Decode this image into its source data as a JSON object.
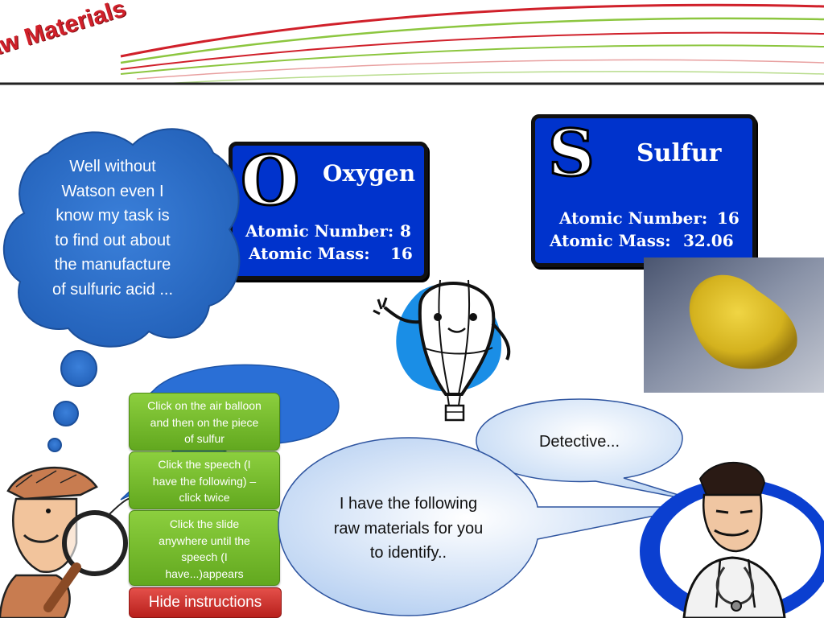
{
  "header": {
    "title": "aw Materials"
  },
  "oxygen_card": {
    "symbol": "O",
    "name": "Oxygen",
    "atomic_number_label": "Atomic Number:",
    "atomic_number_value": "8",
    "atomic_mass_label": "Atomic Mass:",
    "atomic_mass_value": "16"
  },
  "sulfur_card": {
    "symbol": "S",
    "name": "Sulfur",
    "atomic_number_label": "Atomic Number:",
    "atomic_number_value": "16",
    "atomic_mass_label": "Atomic Mass:",
    "atomic_mass_value": "32.06"
  },
  "thought_cloud": {
    "lines": [
      "Well without",
      "Watson even I",
      "know my task is",
      "to find out about",
      "the manufacture",
      "of sulfuric acid ..."
    ]
  },
  "instructions": {
    "step1": [
      "Click on the air balloon",
      "and then on the piece",
      "of sulfur"
    ],
    "step2": [
      "Click the speech (I",
      "have the following) –",
      "click twice"
    ],
    "step3": [
      "Click the slide",
      "anywhere until the",
      "speech (I",
      "have...)appears"
    ],
    "hide_label": "Hide instructions"
  },
  "speech_detective": "Detective...",
  "speech_main": {
    "lines": [
      "I have the following",
      "raw materials for you",
      "to identify.."
    ]
  },
  "colors": {
    "card_blue": "#0033cc",
    "bubble_blue": "#2e6fd0",
    "green_button": "#7bbf31",
    "red_button": "#d03530",
    "title_red": "#d0202a"
  }
}
